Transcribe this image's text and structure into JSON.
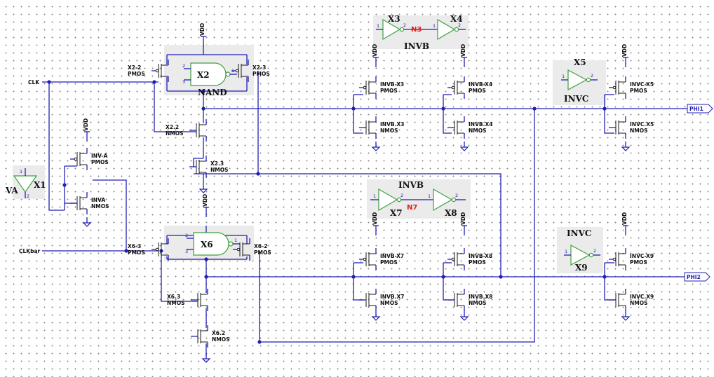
{
  "nets": {
    "clk": "CLK",
    "clkbar": "CLKbar",
    "phi1": "PHI1",
    "phi2": "PHI2",
    "n3": "N3",
    "n7": "N7"
  },
  "blocks": {
    "x1": {
      "ref": "X1",
      "name": "VA"
    },
    "x2": {
      "ref": "X2",
      "name": "NAND",
      "pin_a": "2",
      "pin_b": "3",
      "pin_y": "1"
    },
    "x6": {
      "ref": "X6",
      "pin_a": "2",
      "pin_b": "3",
      "pin_y": "1"
    },
    "x3": {
      "ref": "X3"
    },
    "x4": {
      "ref": "X4"
    },
    "invb_top": "INVB",
    "invb_mid": "INVB",
    "x7": {
      "ref": "X7"
    },
    "x8": {
      "ref": "X8"
    },
    "x5": {
      "ref": "X5",
      "name": "INVC"
    },
    "x9": {
      "ref": "X9",
      "name": "INVC"
    }
  },
  "pins": {
    "in": "1",
    "out": "2"
  },
  "supply": "VDD",
  "transistors": {
    "x22p": {
      "ref": "X2-2",
      "type": "PMOS"
    },
    "x23p": {
      "ref": "X2-3",
      "type": "PMOS"
    },
    "x22n": {
      "ref": "X2.2",
      "type": "NMOS"
    },
    "x23n": {
      "ref": "X2.3",
      "type": "NMOS"
    },
    "invap": {
      "ref": "INV-A",
      "type": "PMOS"
    },
    "invan": {
      "ref": "INVA",
      "type": "NMOS"
    },
    "x63p": {
      "ref": "X6-3",
      "type": "PMOS"
    },
    "x62p": {
      "ref": "X6-2",
      "type": "PMOS"
    },
    "x63n": {
      "ref": "X6.3",
      "type": "NMOS"
    },
    "x62n": {
      "ref": "X6.2",
      "type": "NMOS"
    },
    "x3p": {
      "ref": "INVB-X3",
      "type": "PMOS"
    },
    "x3n": {
      "ref": "INVB.X3",
      "type": "NMOS"
    },
    "x4p": {
      "ref": "INVB-X4",
      "type": "PMOS"
    },
    "x4n": {
      "ref": "INVB.X4",
      "type": "NMOS"
    },
    "x5p": {
      "ref": "INVC-X5",
      "type": "PMOS"
    },
    "x5n": {
      "ref": "INVC.X5",
      "type": "NMOS"
    },
    "x7p": {
      "ref": "INVB-X7",
      "type": "PMOS"
    },
    "x7n": {
      "ref": "INVB.X7",
      "type": "NMOS"
    },
    "x8p": {
      "ref": "INVB-X8",
      "type": "PMOS"
    },
    "x8n": {
      "ref": "INVB.X8",
      "type": "NMOS"
    },
    "x9p": {
      "ref": "INVC-X9",
      "type": "PMOS"
    },
    "x9n": {
      "ref": "INVC.X9",
      "type": "NMOS"
    }
  }
}
